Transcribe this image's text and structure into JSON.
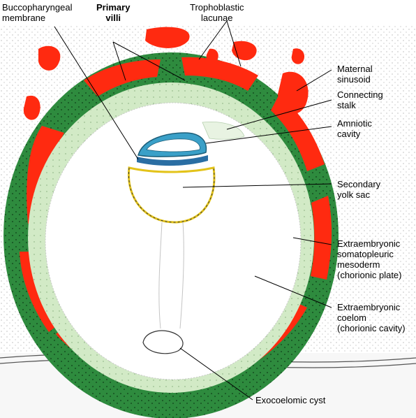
{
  "labels": {
    "buccopharyngeal": [
      "Buccopharyngeal",
      "membrane"
    ],
    "primary_villi": [
      "Primary",
      "villi"
    ],
    "trophoblastic": [
      "Trophoblastic",
      "lacunae"
    ],
    "maternal_sinusoid": [
      "Maternal",
      "sinusoid"
    ],
    "connecting_stalk": [
      "Connecting",
      "stalk"
    ],
    "amniotic_cavity": [
      "Amniotic",
      "cavity"
    ],
    "secondary_yolk_sac": [
      "Secondary",
      "yolk sac"
    ],
    "somatopleuric": [
      "Extraembryonic",
      "somatopleuric",
      "mesoderm",
      "(chorionic plate)"
    ],
    "coelom": [
      "Extraembryonic",
      "coelom",
      "(chorionic cavity)"
    ],
    "exocoelomic_cyst": "Exocoelomic cyst"
  },
  "colors": {
    "trophoblast": "#2e8b3e",
    "trophoblast_dark": "#1f6b2c",
    "mesoderm": "#cfe8c3",
    "lacunae": "#ff2a10",
    "amnion": "#3aa0c8",
    "yolk_rim": "#e3c31a",
    "endometrium": "#eeeeee"
  }
}
